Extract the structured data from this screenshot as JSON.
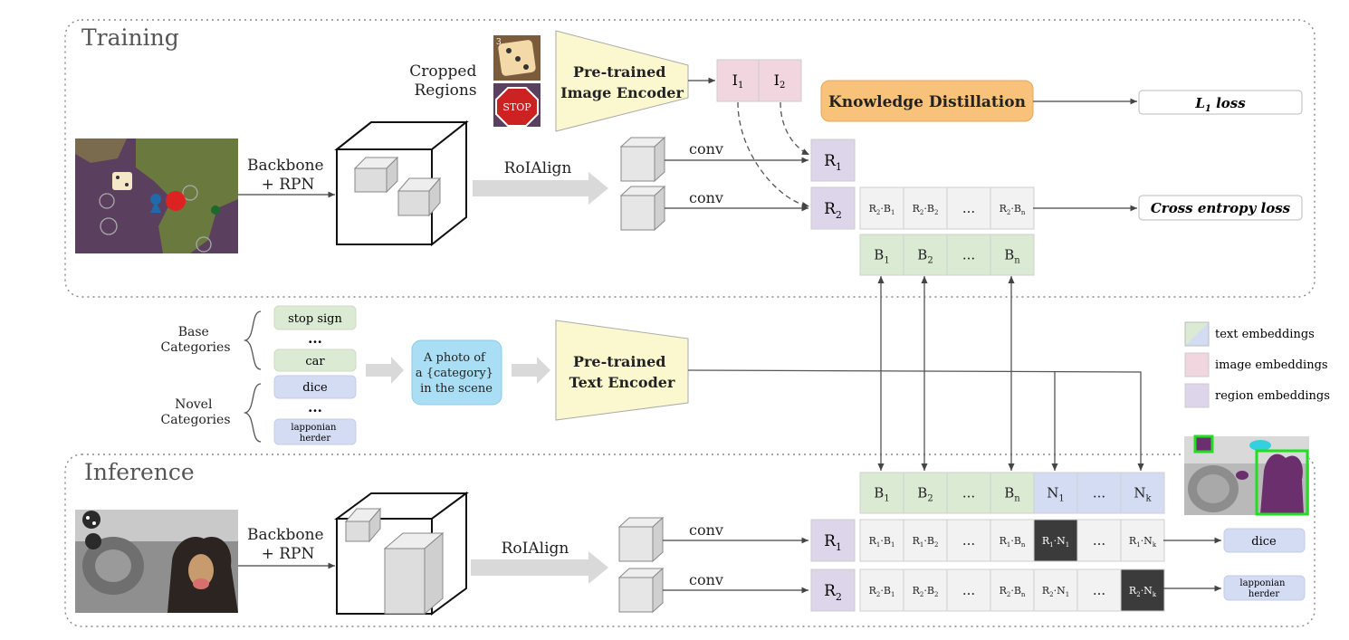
{
  "sections": {
    "training": "Training",
    "inference": "Inference"
  },
  "training": {
    "cropped_regions": [
      "Cropped",
      "Regions"
    ],
    "dice_crop_number": "3",
    "stop_sign_text": "STOP",
    "image_encoder": [
      "Pre-trained",
      "Image Encoder"
    ],
    "image_emb": [
      {
        "base": "I",
        "sub": "1"
      },
      {
        "base": "I",
        "sub": "2"
      }
    ],
    "knowledge_distillation": "Knowledge Distillation",
    "l1_loss": {
      "base": "L",
      "sub": "1",
      "rest": " loss"
    },
    "backbone": [
      "Backbone",
      "+ RPN"
    ],
    "roialign": "RoIAlign",
    "conv1": "conv",
    "conv2": "conv",
    "r1": {
      "base": "R",
      "sub": "1"
    },
    "r2": {
      "base": "R",
      "sub": "2"
    },
    "scores": [
      {
        "r": "2",
        "c": "B",
        "s": "1"
      },
      {
        "r": "2",
        "c": "B",
        "s": "2"
      },
      {
        "text": "..."
      },
      {
        "r": "2",
        "c": "B",
        "s": "n"
      }
    ],
    "cross_entropy_loss": "Cross entropy loss",
    "base_emb": [
      {
        "base": "B",
        "sub": "1"
      },
      {
        "base": "B",
        "sub": "2"
      },
      {
        "text": "..."
      },
      {
        "base": "B",
        "sub": "n"
      }
    ]
  },
  "middle": {
    "base_categories": [
      "Base",
      "Categories"
    ],
    "novel_categories": [
      "Novel",
      "Categories"
    ],
    "base_items": [
      "stop sign",
      "...",
      "car"
    ],
    "novel_items": [
      "dice",
      "..."
    ],
    "novel_last": [
      "lapponian",
      "herder"
    ],
    "prompt": [
      "A photo of",
      "a {category}",
      "in the scene"
    ],
    "text_encoder": [
      "Pre-trained",
      "Text Encoder"
    ]
  },
  "legend": [
    {
      "label": "text embeddings"
    },
    {
      "label": "image embeddings",
      "color": "#f1d5df"
    },
    {
      "label": "region embeddings",
      "color": "#ddd6ea"
    }
  ],
  "inference": {
    "backbone": [
      "Backbone",
      "+ RPN"
    ],
    "roialign": "RoIAlign",
    "conv1": "conv",
    "conv2": "conv",
    "r1": {
      "base": "R",
      "sub": "1"
    },
    "r2": {
      "base": "R",
      "sub": "2"
    },
    "emb": [
      {
        "base": "B",
        "sub": "1",
        "kind": "base"
      },
      {
        "base": "B",
        "sub": "2",
        "kind": "base"
      },
      {
        "text": "...",
        "kind": "base"
      },
      {
        "base": "B",
        "sub": "n",
        "kind": "base"
      },
      {
        "base": "N",
        "sub": "1",
        "kind": "novel"
      },
      {
        "text": "...",
        "kind": "novel"
      },
      {
        "base": "N",
        "sub": "k",
        "kind": "novel"
      }
    ],
    "row1": [
      {
        "r": "1",
        "c": "B",
        "s": "1"
      },
      {
        "r": "1",
        "c": "B",
        "s": "2"
      },
      {
        "text": "..."
      },
      {
        "r": "1",
        "c": "B",
        "s": "n"
      },
      {
        "r": "1",
        "c": "N",
        "s": "1",
        "highlight": true
      },
      {
        "text": "..."
      },
      {
        "r": "1",
        "c": "N",
        "s": "k"
      }
    ],
    "row2": [
      {
        "r": "2",
        "c": "B",
        "s": "1"
      },
      {
        "r": "2",
        "c": "B",
        "s": "2"
      },
      {
        "text": "..."
      },
      {
        "r": "2",
        "c": "B",
        "s": "n"
      },
      {
        "r": "2",
        "c": "N",
        "s": "1"
      },
      {
        "text": "..."
      },
      {
        "r": "2",
        "c": "N",
        "s": "k",
        "highlight": true
      }
    ],
    "out1": [
      "dice"
    ],
    "out2": [
      "lapponian",
      "herder"
    ]
  },
  "colors": {
    "region": "#ddd6ea",
    "image": "#f1d5df",
    "base": "#dbead3",
    "novel": "#d3dcf3",
    "score": "#f2f2f2",
    "score_highlight": "#3b3b3b",
    "encoder": "#fbf8d0",
    "kd": "#f8c27a",
    "prompt": "#a9def5",
    "detect_box": "#22dd22"
  }
}
